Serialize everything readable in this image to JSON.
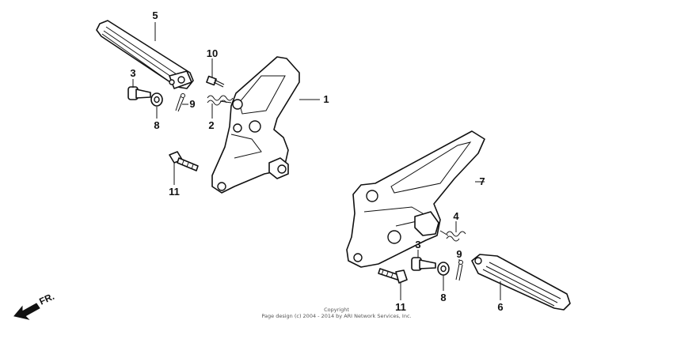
{
  "callouts": {
    "c1": "1",
    "c2": "2",
    "c3a": "3",
    "c3b": "3",
    "c4": "4",
    "c5": "5",
    "c6": "6",
    "c7": "7",
    "c8a": "8",
    "c8b": "8",
    "c9a": "9",
    "c9b": "9",
    "c10": "10",
    "c11a": "11",
    "c11b": "11"
  },
  "direction": {
    "label": "FR."
  },
  "copyright": {
    "line1": "Copyright",
    "line2": "Page design (c) 2004 - 2014 by ARI Network Services, Inc."
  }
}
